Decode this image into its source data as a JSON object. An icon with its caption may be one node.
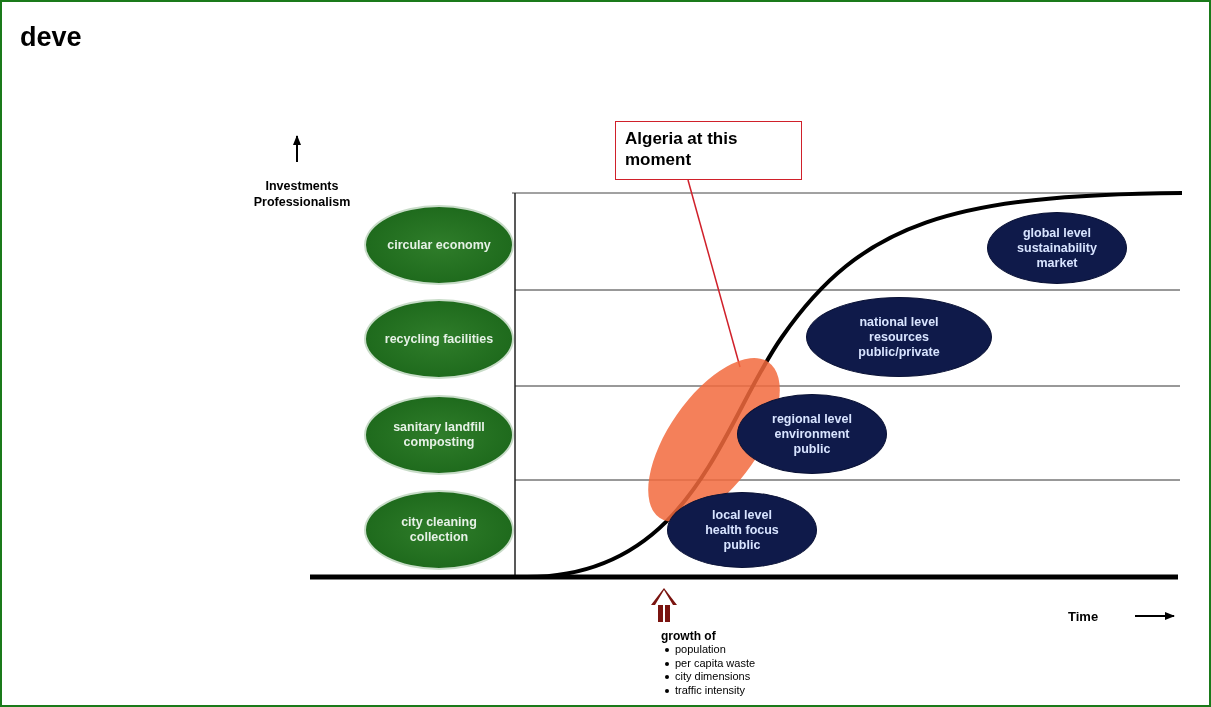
{
  "diagram": {
    "title": "deve",
    "nodes": [
      {
        "text": [
          "Algeria at this moment"
        ]
      },
      {
        "text": [
          "circular economy"
        ]
      },
      {
        "text": [
          "global level sustainability market"
        ]
      },
      {
        "text": [
          "recycling facilities"
        ]
      },
      {
        "text": [
          "national level resources public/private"
        ]
      },
      {
        "text": [
          "sanitary landfill composting"
        ]
      },
      {
        "text": [],
        "shape": "ellipse"
      },
      {
        "text": [
          "regional level environment public"
        ]
      },
      {
        "text": [
          "city cleaning collection"
        ]
      },
      {
        "text": [
          "local level health focus public"
        ]
      }
    ],
    "edges": [
      {
        "from": 0,
        "to": 6,
        "arrow": "none"
      }
    ],
    "labels": [
      "Investments Professionalism",
      "Time",
      "growth of",
      "population",
      "per capita waste",
      "city dimensions",
      "traffic intensity"
    ]
  }
}
